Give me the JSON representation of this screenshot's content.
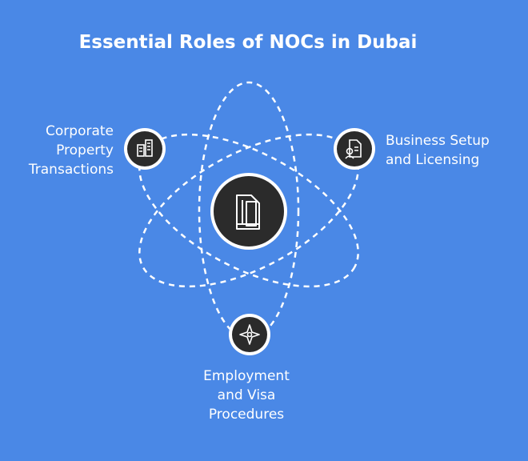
{
  "title": "Essential Roles of NOCs in Dubai",
  "colors": {
    "background": "#4a88e6",
    "node_fill": "#2b2b2b",
    "node_ring": "#ffffff",
    "orbit_stroke": "#ffffff",
    "text": "#ffffff"
  },
  "center_icon": "document-icon",
  "roles": [
    {
      "icon": "property-icon",
      "lines": [
        "Corporate",
        "Property",
        "Transactions"
      ]
    },
    {
      "icon": "business-license-icon",
      "lines": [
        "Business Setup",
        "and Licensing"
      ]
    },
    {
      "icon": "employment-visa-icon",
      "lines": [
        "Employment",
        "and Visa",
        "Procedures"
      ]
    }
  ]
}
